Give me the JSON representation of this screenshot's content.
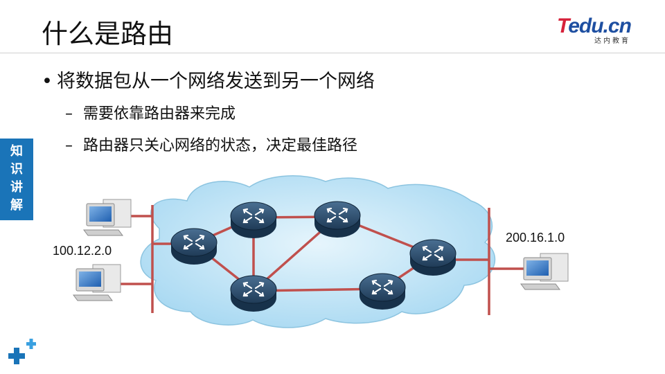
{
  "slide": {
    "title": "什么是路由",
    "bullet": "将数据包从一个网络发送到另一个网络",
    "subbullets": [
      "需要依靠路由器来完成",
      "路由器只关心网络的状态，决定最佳路径"
    ],
    "side_tab": [
      "知",
      "识",
      "讲",
      "解"
    ]
  },
  "logo": {
    "t": "T",
    "rest": "edu.cn",
    "sub": "达内教育"
  },
  "diagram": {
    "left_network": "100.12.2.0",
    "right_network": "200.16.1.0",
    "link_color": "#c0504d",
    "cloud_color": "#bfe3f5",
    "router_color": "#1f3b57"
  }
}
